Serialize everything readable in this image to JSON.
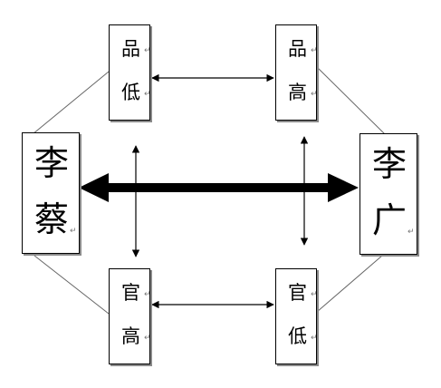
{
  "diagram": {
    "li_cai": {
      "surname": "李",
      "given": "蔡"
    },
    "li_guang": {
      "surname": "李",
      "given": "广"
    },
    "pin_di": {
      "line1": "品",
      "line2": "低"
    },
    "pin_gao": {
      "line1": "品",
      "line2": "高"
    },
    "guan_gao": {
      "line1": "官",
      "line2": "高"
    },
    "guan_di": {
      "line1": "官",
      "line2": "低"
    },
    "paragraph_mark": "↵"
  }
}
